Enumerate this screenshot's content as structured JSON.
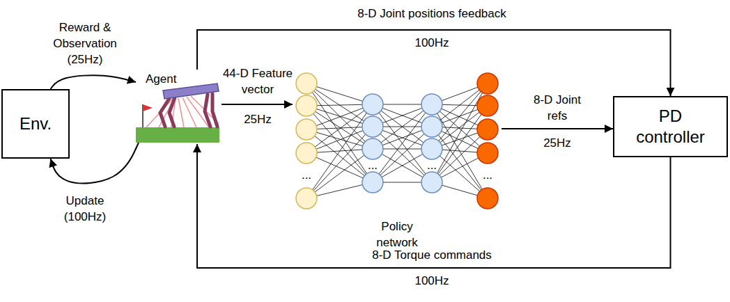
{
  "diagram": {
    "nodes": [
      {
        "text": [
          "Env."
        ]
      },
      {
        "text": [
          "Agent"
        ]
      },
      {
        "text": [
          "Policy network"
        ]
      },
      {
        "text": [
          "PD controller"
        ]
      }
    ],
    "edges": [
      {
        "from": 0,
        "to": 1,
        "label": "Reward & Observation (25Hz)",
        "arrow": "to"
      },
      {
        "from": 1,
        "to": 0,
        "label": "Update (100Hz)",
        "arrow": "to"
      },
      {
        "from": 1,
        "to": 3,
        "label": "8-D Joint positions feedback",
        "arrow": "to"
      },
      {
        "from": 1,
        "to": 2,
        "label": "44-D Feature vector",
        "arrow": "to"
      },
      {
        "from": 2,
        "to": 3,
        "label": "8-D Joint refs",
        "arrow": "to"
      },
      {
        "from": 3,
        "to": 1,
        "label": "8-D Torque commands",
        "arrow": "to"
      }
    ],
    "labels": [
      "100Hz",
      "25Hz",
      "25Hz",
      "...",
      "...",
      "...",
      "...",
      "100Hz"
    ]
  }
}
